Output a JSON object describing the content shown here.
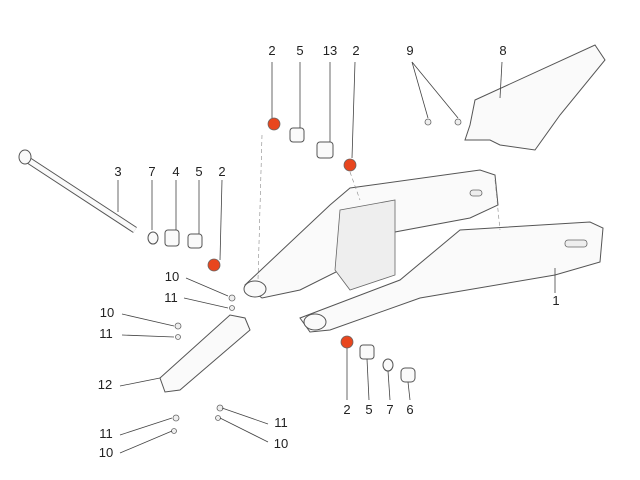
{
  "diagram": {
    "title": "Swingarm exploded view",
    "accent_color": "#e8461e",
    "callouts": {
      "top_2a": "2",
      "top_5": "5",
      "top_13": "13",
      "top_2b": "2",
      "top_9": "9",
      "top_8": "8",
      "left_3": "3",
      "left_7": "7",
      "left_4": "4",
      "left_5": "5",
      "left_2": "2",
      "right_1": "1",
      "mid_10a": "10",
      "mid_11a": "11",
      "mid_10b": "10",
      "mid_11b": "11",
      "mid_12": "12",
      "bot_2": "2",
      "bot_5": "5",
      "bot_7": "7",
      "bot_6": "6",
      "bl_11": "11",
      "bl_10": "10",
      "br_11": "11",
      "br_10": "10"
    }
  }
}
